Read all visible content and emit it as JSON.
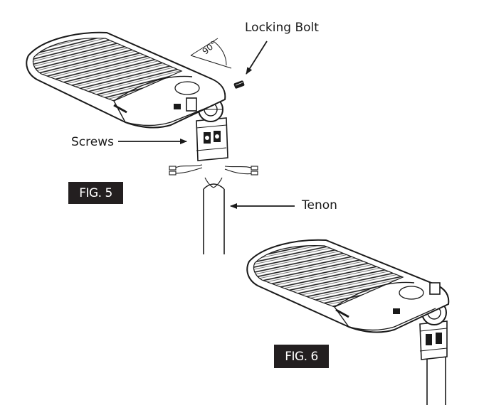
{
  "labels": {
    "locking_bolt": "Locking Bolt",
    "screws": "Screws",
    "tenon": "Tenon",
    "angle": "90°"
  },
  "figures": {
    "fig5": "FIG. 5",
    "fig6": "FIG. 6"
  },
  "colors": {
    "line": "#1a1a1a",
    "label_bg": "#231f20",
    "label_text": "#ffffff"
  }
}
